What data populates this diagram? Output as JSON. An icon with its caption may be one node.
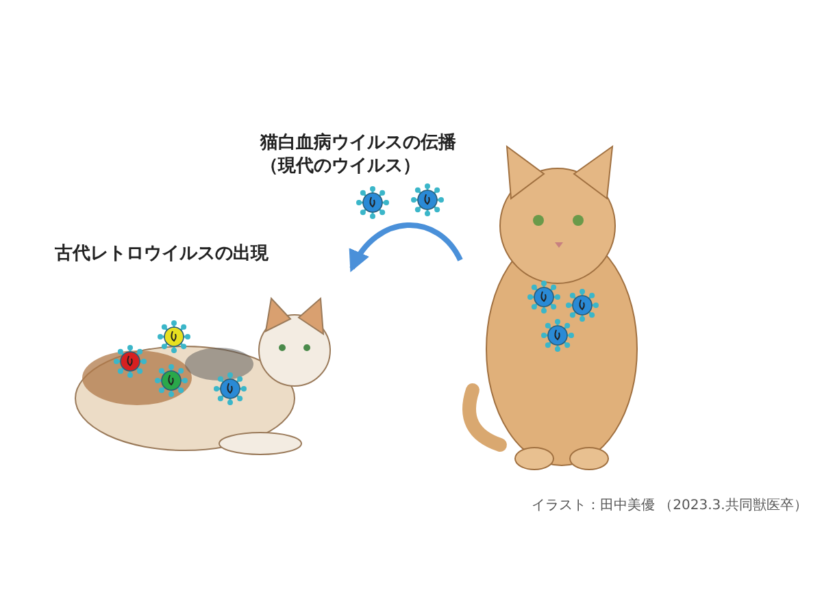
{
  "diagram": {
    "nodes": [
      {
        "text": [],
        "shape": "picture",
        "beside": [
          "古代レトロウイルスの出現"
        ]
      },
      {
        "text": [],
        "shape": "picture"
      }
    ],
    "edges": [
      {
        "from": 1,
        "to": 0,
        "arrow": "to",
        "label": "猫白血病ウイルスの伝播（現代のウイルス）"
      }
    ],
    "labels": [
      "イラスト：田中美優 （2023.3.共同獣医卒）"
    ]
  }
}
